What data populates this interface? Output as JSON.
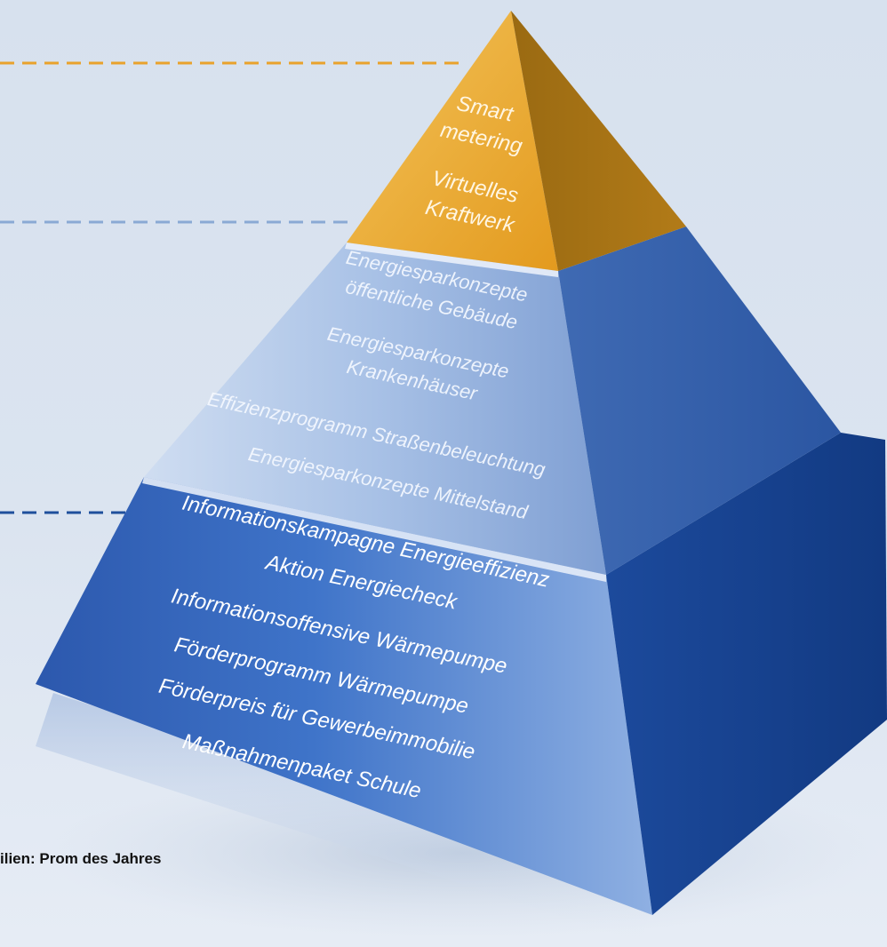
{
  "pyramid": {
    "top_tier": {
      "color": "#e6a126",
      "labels": [
        "Smart",
        "metering",
        "Virtuelles",
        "Kraftwerk"
      ]
    },
    "middle_tier": {
      "color": "#8fb0de",
      "labels": [
        "Energiesparkonzepte",
        "öffentliche Gebäude",
        "Energiesparkonzepte",
        "Krankenhäuser",
        "Effizienzprogramm Straßenbeleuchtung",
        "Energiesparkonzepte Mittelstand"
      ]
    },
    "bottom_tier": {
      "color": "#2f64bc",
      "labels": [
        "Informationskampagne Energieeffizienz",
        "Aktion Energiecheck",
        "Informationsoffensive Wärmepumpe",
        "Förderprogramm Wärmepumpe",
        "Förderpreis für Gewerbeimmobilie",
        "Maßnahmenpaket Schule"
      ]
    }
  },
  "guide_lines": {
    "top_color": "#e9a22c",
    "middle_color": "#8aa9d4",
    "bottom_color": "#1f4f9c"
  },
  "caption": "ilien: Prom des Jahres"
}
